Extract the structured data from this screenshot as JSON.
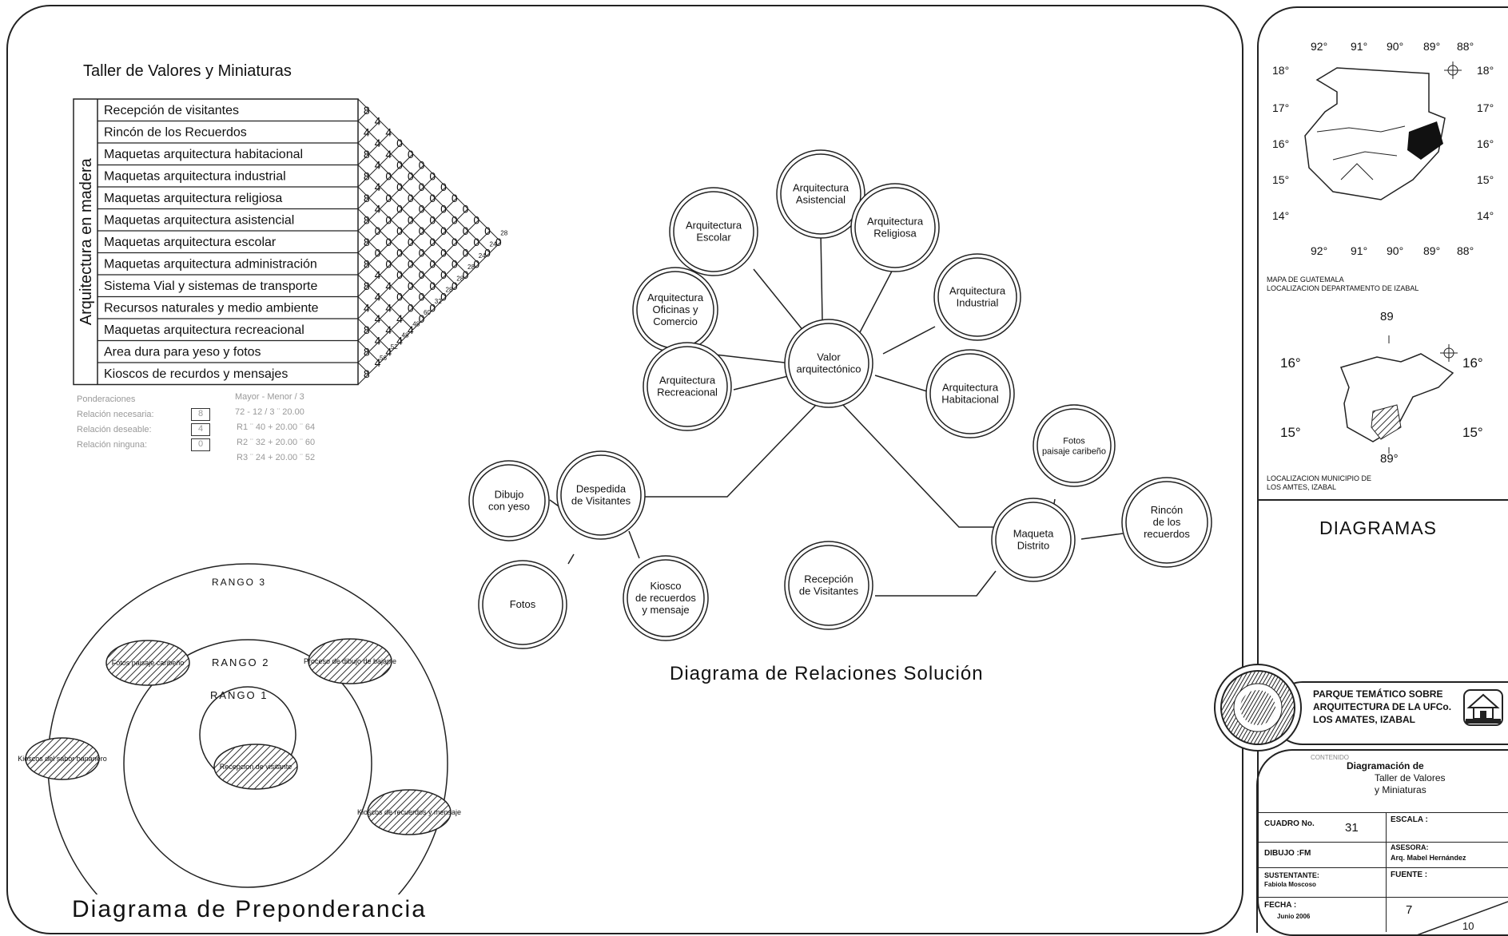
{
  "matrix": {
    "title": "Taller de Valores y Miniaturas",
    "group_label": "Arquitectura en madera",
    "rows": [
      "Recepción de visitantes",
      "Rincón de los Recuerdos",
      "Maquetas arquitectura habitacional",
      "Maquetas arquitectura industrial",
      "Maquetas arquitectura religiosa",
      "Maquetas arquitectura asistencial",
      "Maquetas arquitectura escolar",
      "Maquetas arquitectura administración",
      "Sistema Vial y sistemas de transporte",
      "Recursos naturales y medio ambiente",
      "Maquetas arquitectura recreacional",
      "Area dura para yeso y fotos",
      "Kioscos de recurdos y mensajes"
    ],
    "cells": [
      [
        "8",
        "4",
        "8",
        "8",
        "8",
        "8",
        "8",
        "8",
        "8",
        "4",
        "8",
        "8",
        "8"
      ],
      [
        "4",
        "4",
        "4",
        "4",
        "4",
        "0",
        "0",
        "4",
        "4",
        "4",
        "4",
        "4"
      ],
      [
        "4",
        "4",
        "0",
        "0",
        "0",
        "0",
        "0",
        "4",
        "4",
        "4",
        "4"
      ],
      [
        "0",
        "0",
        "0",
        "0",
        "0",
        "0",
        "0",
        "0",
        "4",
        "4"
      ],
      [
        "0",
        "0",
        "0",
        "0",
        "0",
        "0",
        "0",
        "0",
        "4"
      ],
      [
        "0",
        "0",
        "0",
        "0",
        "0",
        "0",
        "0",
        "0"
      ],
      [
        "0",
        "0",
        "0",
        "0",
        "0",
        "0",
        "0"
      ],
      [
        "0",
        "0",
        "0",
        "0",
        "0",
        "0"
      ],
      [
        "0",
        "0",
        "0",
        "0",
        "0"
      ],
      [
        "0",
        "0",
        "0",
        "0"
      ],
      [
        "0",
        "0",
        "0"
      ],
      [
        "0",
        "0"
      ],
      [
        "0"
      ]
    ],
    "totals": [
      "28",
      "24",
      "24",
      "28",
      "28",
      "28",
      "32",
      "60",
      "48",
      "48",
      "52",
      "56"
    ],
    "legend": {
      "heading": "Ponderaciones",
      "items": [
        {
          "label": "Relación necesaria:",
          "value": "8"
        },
        {
          "label": "Relación deseable:",
          "value": "4"
        },
        {
          "label": "Relación ninguna:",
          "value": "0"
        }
      ],
      "calc": [
        "Mayor - Menor / 3",
        "72 - 12 / 3 ¨ 20.00",
        "R1 ¨ 40 + 20.00 ¨ 64",
        "R2 ¨ 32 + 20.00 ¨ 60",
        "R3 ¨ 24 + 20.00 ¨ 52"
      ]
    }
  },
  "preponderance": {
    "title": "Diagrama de Preponderancia",
    "ranges": [
      "RANGO 3",
      "RANGO 2",
      "RANGO 1"
    ],
    "items": [
      "Fotos paisaje caribeño",
      "Proceso de dibujo de bajapie",
      "Kioscos del sabor bananero",
      "Recepcion de visitante",
      "Kioscos de recuerdos y mensaje"
    ]
  },
  "relations": {
    "title": "Diagrama de Relaciones Solución",
    "center": "Valor arquitectónico",
    "nodes": {
      "asistencial": "Arquitectura Asistencial",
      "escolar": "Arquitectura Escolar",
      "religiosa": "Arquitectura Religiosa",
      "oficinas": "Arquitectura Oficinas y Comercio",
      "industrial": "Arquitectura Industrial",
      "recreacional": "Arquitectura Recreacional",
      "habitacional": "Arquitectura Habitacional",
      "despedida": "Despedida de Visitantes",
      "dibujo": "Dibujo con yeso",
      "fotos": "Fotos",
      "kiosco": "Kiosco de recuerdos y mensaje",
      "recepcion": "Recepción de Visitantes",
      "maqueta": "Maqueta Distrito",
      "fotos_paisaje": "Fotos paisaje caribeño",
      "rincon": "Rincón de los recuerdos"
    }
  },
  "titleblock": {
    "map1": {
      "caption1": "MAPA DE GUATEMALA",
      "caption2": "LOCALIZACION DEPARTAMENTO DE IZABAL",
      "lon_top": [
        "92°",
        "91°",
        "90°",
        "89°",
        "88°"
      ],
      "lon_bottom": [
        "92°",
        "91°",
        "90°",
        "89°",
        "88°"
      ],
      "lat_left": [
        "18°",
        "17°",
        "16°",
        "15°",
        "14°"
      ],
      "lat_right": [
        "18°",
        "17°",
        "16°",
        "15°",
        "14°"
      ]
    },
    "map2": {
      "caption1": "LOCALIZACION MUNICIPIO DE",
      "caption2": "LOS AMTES, IZABAL",
      "top": "89",
      "bottom": "89°",
      "left_top": "16°",
      "left_bottom": "15°",
      "right_top": "16°",
      "right_bottom": "15°"
    },
    "section": "DIAGRAMAS",
    "project": [
      "PARQUE TEMÁTICO SOBRE",
      "ARQUITECTURA DE LA UFCo.",
      "LOS AMATES, IZABAL"
    ],
    "contenido_label": "CONTENIDO",
    "contenido": [
      "Diagramación de",
      "Taller de Valores",
      "y Miniaturas"
    ],
    "cuadro_label": "CUADRO No.",
    "cuadro_value": "31",
    "escala_label": "ESCALA :",
    "dibujo": "DIBUJO :FM",
    "asesora_label": "ASESORA:",
    "asesora_value": "Arq. Mabel Hernández",
    "sustentante_label": "SUSTENTANTE:",
    "sustentante_value": "Fabiola Moscoso",
    "fuente_label": "FUENTE :",
    "fecha_label": "FECHA :",
    "fecha_value": "Junio 2006",
    "sheet_no": "7",
    "sheet_total": "10"
  }
}
